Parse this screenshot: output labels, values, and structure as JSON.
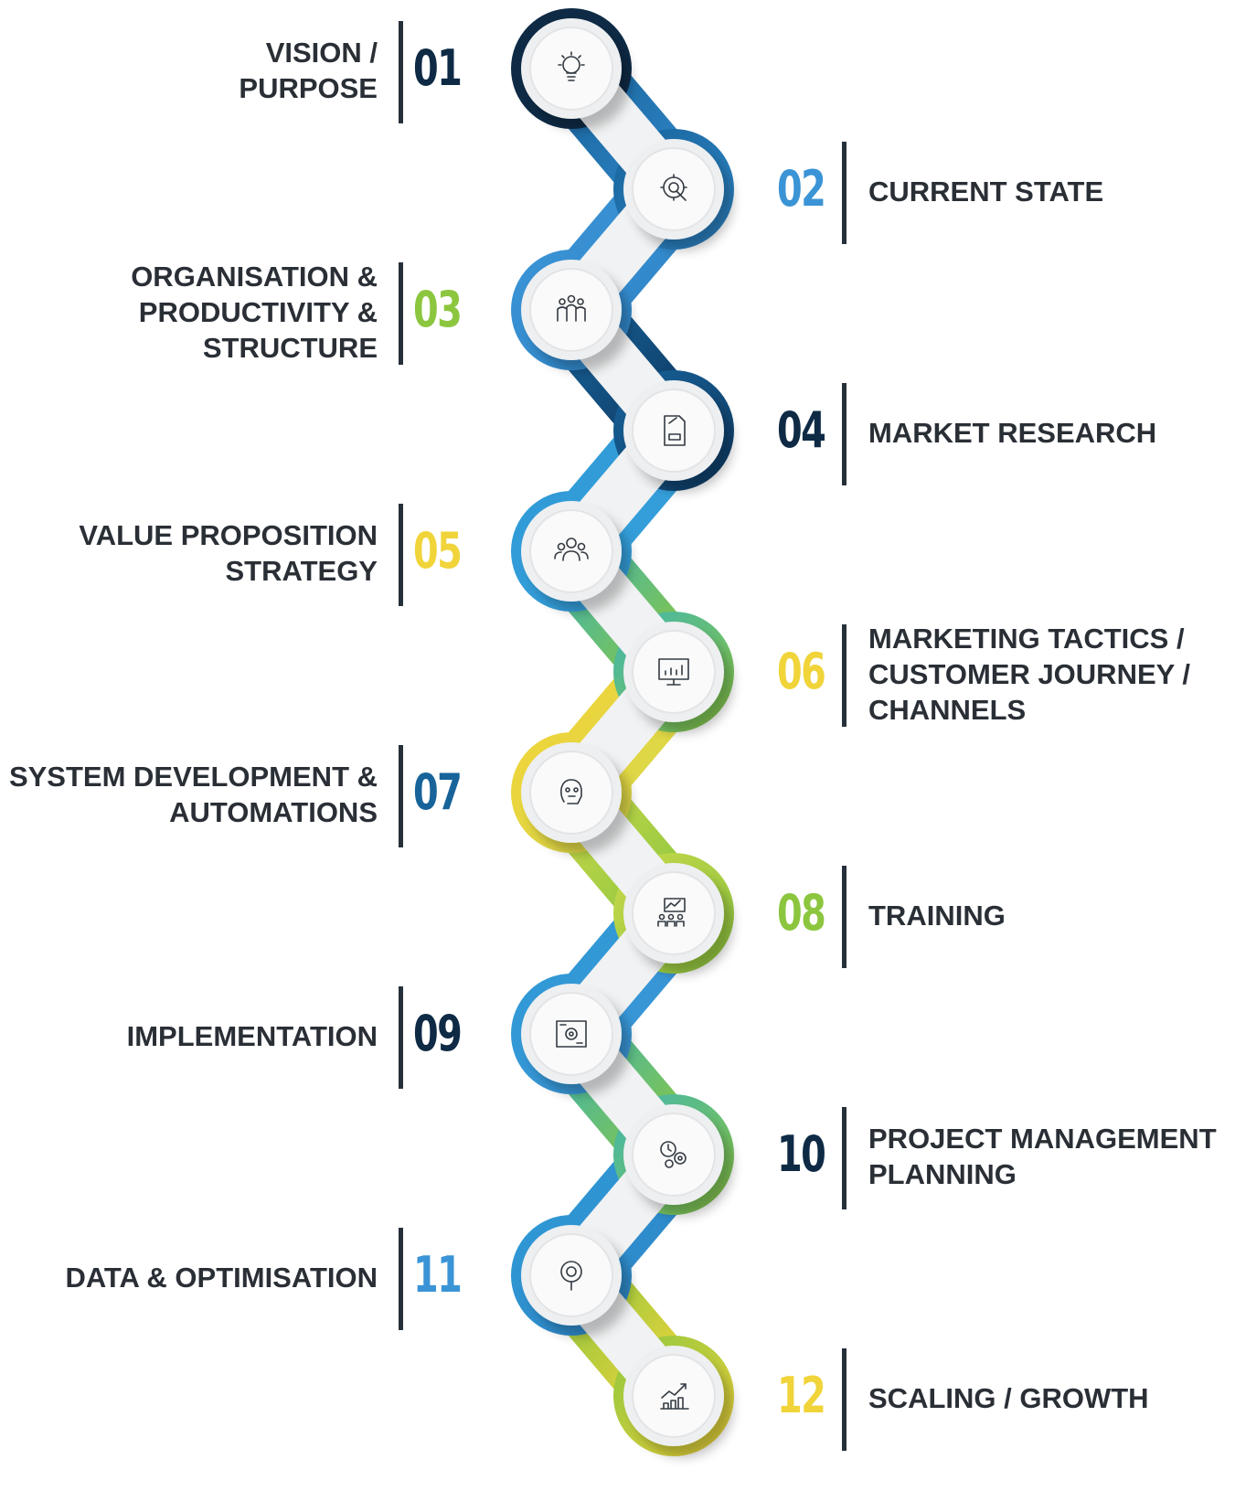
{
  "colors": {
    "navy": "#0e2a45",
    "sky": "#3b94d6",
    "teal_blue": "#17639a",
    "light_green": "#8cc63f",
    "yellow": "#f0d43a",
    "text": "#2a2f36",
    "rule": "#26303a"
  },
  "steps": [
    {
      "num": "01",
      "label": "VISION /\nPURPOSE",
      "side": "left",
      "num_color": "#0e2a45",
      "ring": [
        "#0e2a45",
        "#0e2a45"
      ],
      "icon": "lightbulb-icon"
    },
    {
      "num": "02",
      "label": "CURRENT STATE",
      "side": "right",
      "num_color": "#3b94d6",
      "ring": [
        "#17639a",
        "#2f86c8"
      ],
      "icon": "gear-search-icon"
    },
    {
      "num": "03",
      "label": "ORGANISATION &\nPRODUCTIVITY &\nSTRUCTURE",
      "side": "left",
      "num_color": "#8cc63f",
      "ring": [
        "#3b94d6",
        "#2f86c8"
      ],
      "icon": "team-icon"
    },
    {
      "num": "04",
      "label": "MARKET RESEARCH",
      "side": "right",
      "num_color": "#0e2a45",
      "ring": [
        "#17639a",
        "#0e3a63"
      ],
      "icon": "document-icon"
    },
    {
      "num": "05",
      "label": "VALUE PROPOSITION\nSTRATEGY",
      "side": "left",
      "num_color": "#f0d43a",
      "ring": [
        "#2f9ad6",
        "#36a0dc"
      ],
      "icon": "group-icon"
    },
    {
      "num": "06",
      "label": "MARKETING TACTICS /\nCUSTOMER JOURNEY /\nCHANNELS",
      "side": "right",
      "num_color": "#f0d43a",
      "ring": [
        "#3fb6b0",
        "#8cc63f"
      ],
      "icon": "monitor-chart-icon"
    },
    {
      "num": "07",
      "label": "SYSTEM DEVELOPMENT &\nAUTOMATIONS",
      "side": "left",
      "num_color": "#17639a",
      "ring": [
        "#f0d43a",
        "#d8d84a"
      ],
      "icon": "robot-face-icon"
    },
    {
      "num": "08",
      "label": "TRAINING",
      "side": "right",
      "num_color": "#8cc63f",
      "ring": [
        "#c8d84a",
        "#8cc63f"
      ],
      "icon": "classroom-icon"
    },
    {
      "num": "09",
      "label": "IMPLEMENTATION",
      "side": "left",
      "num_color": "#0e2a45",
      "ring": [
        "#2f9ad6",
        "#3b94d6"
      ],
      "icon": "blueprint-gear-icon"
    },
    {
      "num": "10",
      "label": "PROJECT MANAGEMENT\nPLANNING",
      "side": "right",
      "num_color": "#0e2a45",
      "ring": [
        "#3fb6b0",
        "#8cc63f"
      ],
      "icon": "clock-gears-icon"
    },
    {
      "num": "11",
      "label": "DATA & OPTIMISATION",
      "side": "left",
      "num_color": "#3b94d6",
      "ring": [
        "#2f9ad6",
        "#2f86c8"
      ],
      "icon": "magnifier-gear-icon"
    },
    {
      "num": "12",
      "label": "SCALING / GROWTH",
      "side": "right",
      "num_color": "#f0d43a",
      "ring": [
        "#8cc63f",
        "#f0d43a"
      ],
      "icon": "growth-chart-icon"
    }
  ]
}
